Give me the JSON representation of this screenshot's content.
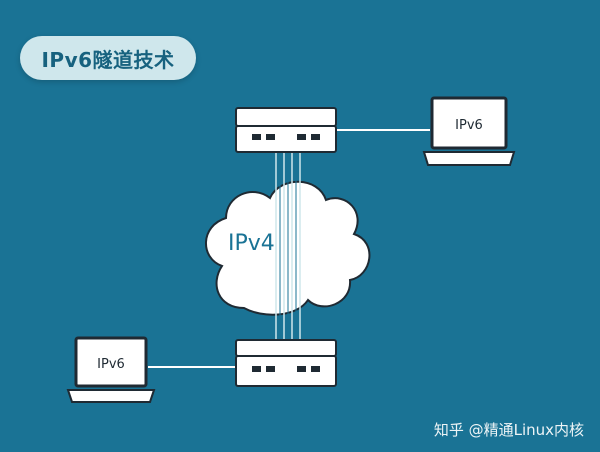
{
  "title": "IPv6隧道技术",
  "cloud_label": "IPv4",
  "laptop_top_label": "IPv6",
  "laptop_bottom_label": "IPv6",
  "watermark": "知乎 @精通Linux内核",
  "colors": {
    "background": "#1a7395",
    "pill": "#cfe7ec",
    "title_text": "#17627f",
    "device_outline": "#1f2a33",
    "white": "#ffffff"
  },
  "icons": {
    "router": "router-icon",
    "laptop": "laptop-icon",
    "cloud": "cloud-icon"
  }
}
